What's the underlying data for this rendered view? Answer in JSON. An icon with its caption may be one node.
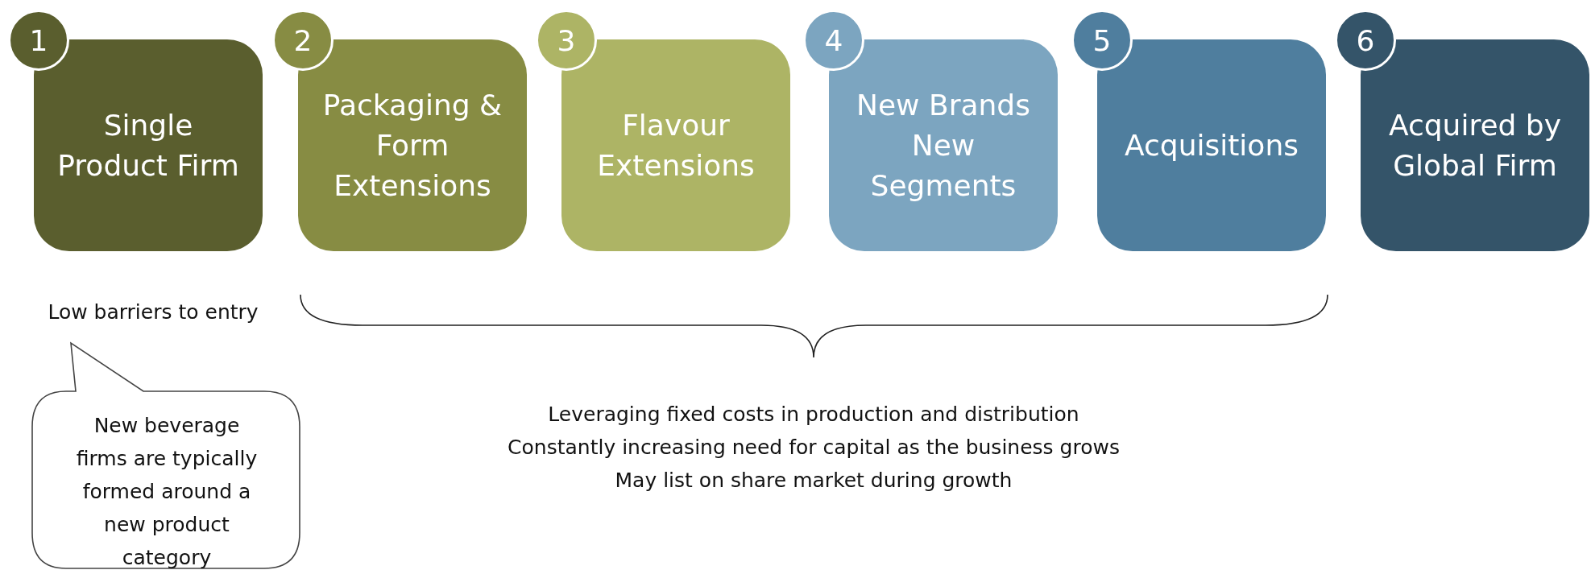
{
  "diagram": {
    "nodes": [
      {
        "text": [
          "1"
        ]
      },
      {
        "text": [
          "Single Product Firm"
        ]
      },
      {
        "text": [
          "2"
        ]
      },
      {
        "text": [
          "Packaging & Form Extensions"
        ]
      },
      {
        "text": [
          "3"
        ]
      },
      {
        "text": [
          "Flavour Extensions"
        ]
      },
      {
        "text": [
          "4"
        ]
      },
      {
        "text": [
          "New Brands New Segments"
        ]
      },
      {
        "text": [
          "5"
        ]
      },
      {
        "text": [
          "Acquisitions"
        ]
      },
      {
        "text": [
          "6"
        ]
      },
      {
        "text": [
          "Acquired by Global Firm"
        ]
      },
      {
        "text": [
          "New beverage firms are typically formed around a new product category"
        ]
      }
    ],
    "edges": [],
    "labels": [
      "Low barriers to entry",
      "Leveraging fixed costs in production and distribution",
      "Constantly increasing need for capital as the business grows",
      "May list on share market during growth"
    ]
  }
}
